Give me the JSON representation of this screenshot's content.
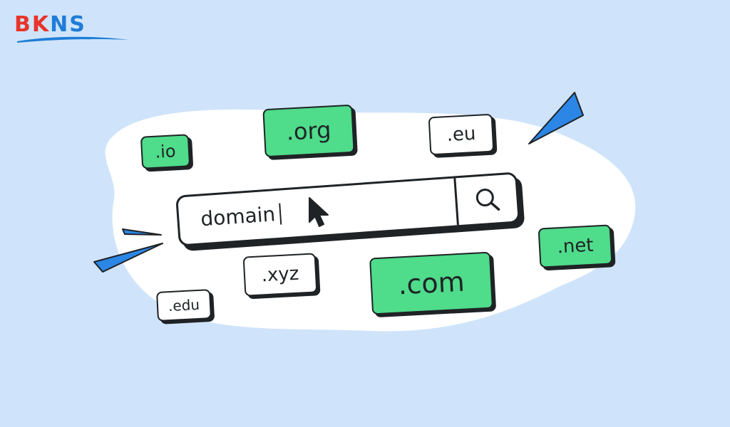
{
  "logo": {
    "part_a": "BK",
    "part_b": "NS"
  },
  "search": {
    "query": "domain"
  },
  "tags": {
    "io": ".io",
    "org": ".org",
    "eu": ".eu",
    "net": ".net",
    "xyz": ".xyz",
    "com": ".com",
    "edu": ".edu"
  },
  "colors": {
    "background": "#cfe4fa",
    "green_tag": "#4fdc8b",
    "accent_blue": "#2b86e6",
    "logo_red": "#e8342a",
    "logo_blue": "#1f7dd6"
  },
  "icons": [
    "search-icon",
    "mouse-pointer-icon"
  ]
}
